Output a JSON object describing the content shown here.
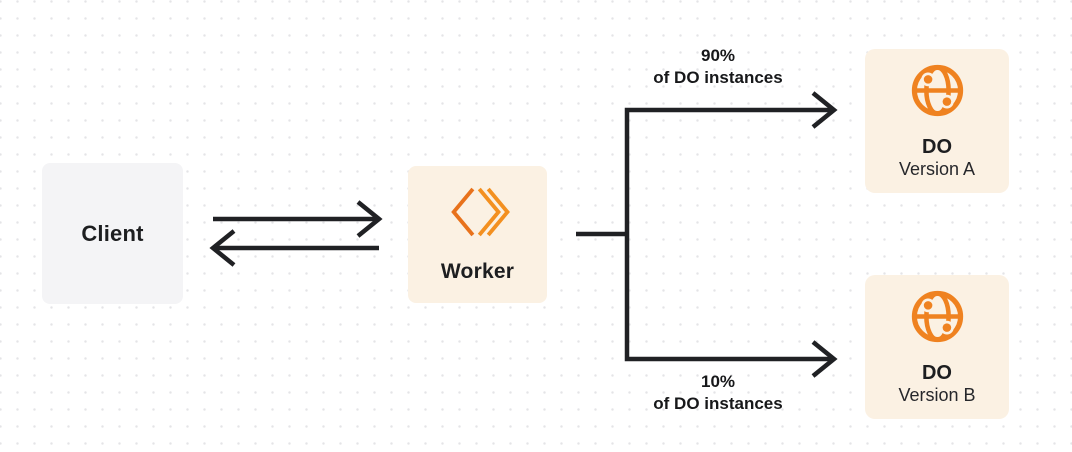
{
  "diagram": {
    "description_labels": {
      "client": "Client",
      "worker": "Worker",
      "do_a_title": "DO",
      "do_a_subtitle": "Version A",
      "do_b_title": "DO",
      "do_b_subtitle": "Version B"
    },
    "branch_labels": {
      "top_line1": "90%",
      "top_line2": "of DO instances",
      "bottom_line1": "10%",
      "bottom_line2": "of DO instances"
    },
    "icons": {
      "worker": "workers-icon",
      "do": "durable-object-globe-icon"
    }
  },
  "colors": {
    "ink": "#202124",
    "orange": "#EF8220",
    "cream": "#FBF1E3",
    "client_gray": "#F4F4F6",
    "dot_grid": "#E4E4E7",
    "workers_icon_left": "#E8721C",
    "workers_icon_chevron": "#F39020"
  }
}
